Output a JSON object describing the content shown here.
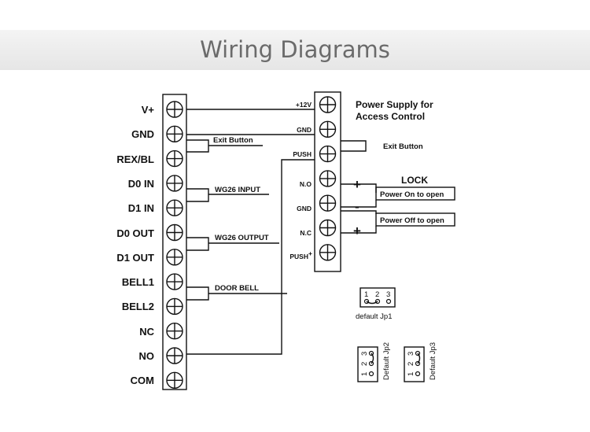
{
  "header": {
    "title": "Wiring Diagrams"
  },
  "left_block": {
    "pins": [
      "V+",
      "GND",
      "REX/BL",
      "D0 IN",
      "D1 IN",
      "D0 OUT",
      "D1 OUT",
      "BELL1",
      "BELL2",
      "NC",
      "NO",
      "COM"
    ]
  },
  "right_block": {
    "pins": [
      "+12V",
      "GND",
      "PUSH",
      "N.O",
      "GND",
      "N.C",
      "PUSH"
    ],
    "title_line1": "Power Supply for",
    "title_line2": "Access Control"
  },
  "devices": {
    "exit_button_left": "Exit Button",
    "exit_button_right": "Exit Button",
    "wg26_input": "WG26 INPUT",
    "wg26_output": "WG26 OUTPUT",
    "door_bell": "DOOR BELL",
    "lock_title": "LOCK",
    "lock_power_on": "Power On to open",
    "lock_power_off": "Power Off to open",
    "plus_top": "+",
    "minus": "-",
    "plus_bottom": "+"
  },
  "jumpers": {
    "jp1_pins": [
      "1",
      "2",
      "3"
    ],
    "jp1_label": "default Jp1",
    "jp2_pins": [
      "3",
      "2",
      "1"
    ],
    "jp2_label": "Default Jp2",
    "jp3_pins": [
      "3",
      "2",
      "1"
    ],
    "jp3_label": "Default Jp3"
  }
}
